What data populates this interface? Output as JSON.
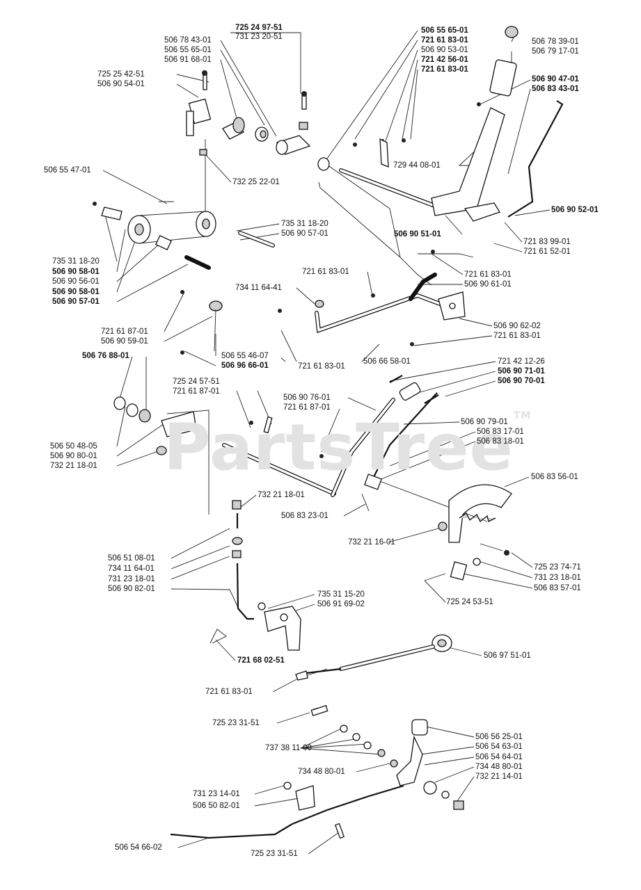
{
  "watermark": {
    "text": "PartsTree",
    "tm": "TM"
  },
  "labels": [
    "725 24 97-51",
    "731 23 20-51",
    "506 78 43-01",
    "506 55 65-01",
    "506 91 68-01",
    "725 25 42-51",
    "506 90 54-01",
    "506 55 65-01",
    "721 61 83-01",
    "506 90 53-01",
    "721 42 56-01",
    "721 61 83-01",
    "506 78 39-01",
    "506 79 17-01",
    "506 90 47-01",
    "506 83 43-01",
    "729 44 08-01",
    "506 55 47-01",
    "732 25 22-01",
    "506 90 52-01",
    "735 31 18-20",
    "506 90 57-01",
    "506 90 51-01",
    "721 83 99-01",
    "721 61 52-01",
    "735 31 18-20",
    "506 90 58-01",
    "506 90 56-01",
    "506 90 58-01",
    "506 90 57-01",
    "721 61 83-01",
    "721 61 83-01",
    "506 90 61-01",
    "734 11 64-41",
    "506 90 62-02",
    "721 61 83-01",
    "721 61 87-01",
    "506 90 59-01",
    "506 55 46-07",
    "506 96 66-01",
    "506 66 58-01",
    "721 61 83-01",
    "506 76 88-01",
    "721 42 12-26",
    "506 90 71-01",
    "506 90 70-01",
    "725 24 57-51",
    "721 61 87-01",
    "506 90 76-01",
    "721 61 87-01",
    "506 90 79-01",
    "506 83 17-01",
    "506 83 18-01",
    "506 50 48-05",
    "506 90 80-01",
    "732 21 18-01",
    "506 83 56-01",
    "732 21 18-01",
    "506 83 23-01",
    "732 21 16-01",
    "725 23 74-71",
    "731 23 18-01",
    "506 83 57-01",
    "506 51 08-01",
    "734 11 64-01",
    "731 23 18-01",
    "506 90 82-01",
    "735 31 15-20",
    "506 91 69-02",
    "725 24 53-51",
    "721 68 02-51",
    "506 97 51-01",
    "721 61 83-01",
    "725 23 31-51",
    "506 56 25-01",
    "506 54 63-01",
    "737 38 11-00",
    "506 54 64-01",
    "734 48 80-01",
    "734 48 80-01",
    "732 21 14-01",
    "731 23 14-01",
    "506 50 82-01",
    "506 54 66-02",
    "725 23 31-51"
  ]
}
